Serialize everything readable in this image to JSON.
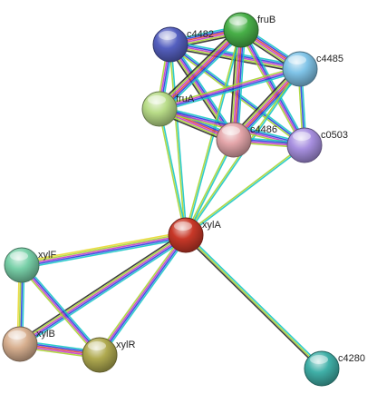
{
  "network": {
    "nodes": [
      {
        "id": "c4482",
        "label": "c4482",
        "color": "#5560c0"
      },
      {
        "id": "fruB",
        "label": "fruB",
        "color": "#48b048"
      },
      {
        "id": "c4485",
        "label": "c4485",
        "color": "#80c4e8"
      },
      {
        "id": "fruA",
        "label": "fruA",
        "color": "#b8dc88"
      },
      {
        "id": "c4486",
        "label": "c4486",
        "color": "#e4a6aa"
      },
      {
        "id": "c0503",
        "label": "c0503",
        "color": "#a890e0"
      },
      {
        "id": "xylA",
        "label": "xylA",
        "color": "#c83828"
      },
      {
        "id": "xylF",
        "label": "xylF",
        "color": "#78d0a8"
      },
      {
        "id": "xylB",
        "label": "xylB",
        "color": "#d8b090"
      },
      {
        "id": "xylR",
        "label": "xylR",
        "color": "#b0aa50"
      },
      {
        "id": "c4280",
        "label": "c4280",
        "color": "#40b0a8"
      }
    ],
    "edges": [
      {
        "source": "c4482",
        "target": "fruB",
        "channels": [
          "#1ac7c7",
          "#2a3fe0",
          "#e03c3c",
          "#c43cc4",
          "#a8d432",
          "#2a2a2a"
        ]
      },
      {
        "source": "c4482",
        "target": "c4485",
        "channels": [
          "#1ac7c7",
          "#2a3fe0",
          "#c43cc4",
          "#a8d432",
          "#2a2a2a"
        ]
      },
      {
        "source": "c4482",
        "target": "fruA",
        "channels": [
          "#1ac7c7",
          "#2a3fe0",
          "#c43cc4",
          "#a8d432"
        ]
      },
      {
        "source": "c4482",
        "target": "c4486",
        "channels": [
          "#1ac7c7",
          "#2a3fe0",
          "#c43cc4",
          "#a8d432",
          "#2a2a2a"
        ]
      },
      {
        "source": "c4482",
        "target": "c0503",
        "channels": [
          "#1ac7c7",
          "#2a3fe0",
          "#a8d432"
        ]
      },
      {
        "source": "c4482",
        "target": "xylA",
        "channels": [
          "#1ac7c7",
          "#a8d432"
        ]
      },
      {
        "source": "fruB",
        "target": "c4485",
        "channels": [
          "#1ac7c7",
          "#2a3fe0",
          "#e03c3c",
          "#c43cc4",
          "#a8d432",
          "#2a2a2a"
        ]
      },
      {
        "source": "fruB",
        "target": "fruA",
        "channels": [
          "#1ac7c7",
          "#2a3fe0",
          "#e03c3c",
          "#c43cc4",
          "#a8d432",
          "#2a2a2a"
        ]
      },
      {
        "source": "fruB",
        "target": "c4486",
        "channels": [
          "#1ac7c7",
          "#2a3fe0",
          "#e03c3c",
          "#c43cc4",
          "#a8d432",
          "#2a2a2a"
        ]
      },
      {
        "source": "fruB",
        "target": "c0503",
        "channels": [
          "#1ac7c7",
          "#2a3fe0",
          "#c43cc4",
          "#a8d432"
        ]
      },
      {
        "source": "fruB",
        "target": "xylA",
        "channels": [
          "#1ac7c7",
          "#a8d432"
        ]
      },
      {
        "source": "c4485",
        "target": "fruA",
        "channels": [
          "#1ac7c7",
          "#2a3fe0",
          "#c43cc4",
          "#a8d432"
        ]
      },
      {
        "source": "c4485",
        "target": "c4486",
        "channels": [
          "#1ac7c7",
          "#2a3fe0",
          "#e03c3c",
          "#c43cc4",
          "#a8d432",
          "#2a2a2a"
        ]
      },
      {
        "source": "c4485",
        "target": "c0503",
        "channels": [
          "#1ac7c7",
          "#2a3fe0",
          "#a8d432"
        ]
      },
      {
        "source": "c4485",
        "target": "xylA",
        "channels": [
          "#1ac7c7",
          "#a8d432"
        ]
      },
      {
        "source": "fruA",
        "target": "c4486",
        "channels": [
          "#1ac7c7",
          "#2a3fe0",
          "#e03c3c",
          "#c43cc4",
          "#a8d432",
          "#2a2a2a"
        ]
      },
      {
        "source": "fruA",
        "target": "c0503",
        "channels": [
          "#1ac7c7",
          "#2a3fe0",
          "#c43cc4",
          "#a8d432"
        ]
      },
      {
        "source": "fruA",
        "target": "xylA",
        "channels": [
          "#1ac7c7",
          "#a8d432"
        ]
      },
      {
        "source": "c4486",
        "target": "c0503",
        "channels": [
          "#1ac7c7",
          "#2a3fe0",
          "#c43cc4",
          "#a8d432"
        ]
      },
      {
        "source": "c4486",
        "target": "xylA",
        "channels": [
          "#1ac7c7",
          "#a8d432"
        ]
      },
      {
        "source": "c0503",
        "target": "xylA",
        "channels": [
          "#1ac7c7",
          "#a8d432"
        ]
      },
      {
        "source": "xylA",
        "target": "xylF",
        "channels": [
          "#1ac7c7",
          "#2a3fe0",
          "#c43cc4",
          "#a8d432",
          "#e8d832"
        ]
      },
      {
        "source": "xylA",
        "target": "xylB",
        "channels": [
          "#1ac7c7",
          "#2a3fe0",
          "#c43cc4",
          "#a8d432",
          "#2a2a2a"
        ]
      },
      {
        "source": "xylA",
        "target": "xylR",
        "channels": [
          "#1ac7c7",
          "#2a3fe0",
          "#c43cc4",
          "#a8d432"
        ]
      },
      {
        "source": "xylA",
        "target": "c4280",
        "channels": [
          "#1ac7c7",
          "#a8d432",
          "#2a2a2a"
        ]
      },
      {
        "source": "xylF",
        "target": "xylB",
        "channels": [
          "#1ac7c7",
          "#2a3fe0",
          "#a8d432",
          "#e8d832"
        ]
      },
      {
        "source": "xylF",
        "target": "xylR",
        "channels": [
          "#1ac7c7",
          "#2a3fe0",
          "#c43cc4",
          "#a8d432"
        ]
      },
      {
        "source": "xylB",
        "target": "xylR",
        "channels": [
          "#1ac7c7",
          "#2a3fe0",
          "#e03c3c",
          "#c43cc4",
          "#a8d432"
        ]
      }
    ]
  }
}
